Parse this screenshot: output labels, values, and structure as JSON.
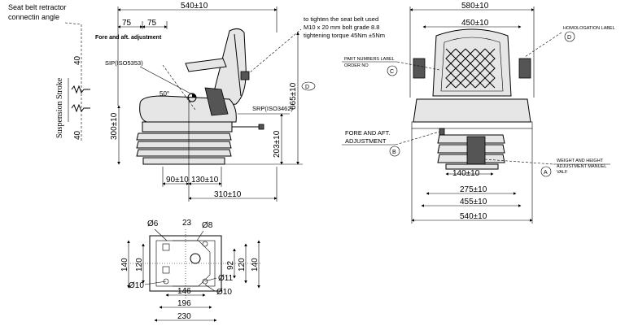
{
  "notes": {
    "seat_belt_retractor": "Seat belt retractor",
    "connectin_angle": "connectin angle",
    "fore_aft_adjustment": "Fore and aft. adjustment",
    "seat_belt_line1": "to tighten the seat belt used",
    "seat_belt_line2": "M10 x 20 mm bolt grade 8.8",
    "seat_belt_line3": "tightening torque 45Nm ±5Nm",
    "sip": "SIP(ISO5353)",
    "srp": "SRP(ISO3462)",
    "suspension_stroke": "Suspension Stroke",
    "angle_50": "50°",
    "part_numbers_label": "PART NUMBERS LABEL",
    "order_no": "ORDER NO",
    "homologation_label": "HOMOLOGATION LABEL",
    "fore_aft_right_1": "FORE AND AFT.",
    "fore_aft_right_2": "ADJUSTMENT",
    "weight_height_1": "WEIGHT AND HEIGHT",
    "weight_height_2": "ADJUSTMENT MANUEL",
    "weight_height_3": "VALF"
  },
  "callouts": {
    "a": "A",
    "b": "B",
    "c": "C",
    "d": "D"
  },
  "side_view": {
    "width": "540±10",
    "d75a": "75",
    "d75b": "75",
    "height_665": "665±10",
    "height_300": "300±10",
    "height_203": "203±10",
    "d90": "90±10",
    "d130": "130±10",
    "d310": "310±10",
    "stroke_top": "40",
    "stroke_bottom": "40"
  },
  "front_view": {
    "width_580": "580±10",
    "width_450": "450±10",
    "width_140": "140±10",
    "width_275": "275±10",
    "width_455": "455±10",
    "width_540": "540±10"
  },
  "base_plate": {
    "d6": "Ø6",
    "d23": "23",
    "d8": "Ø8",
    "h140_left": "140",
    "h120_left": "120",
    "h92": "92",
    "h120_right": "120",
    "h140_right": "140",
    "d10_left": "Ø10",
    "d11": "Ø11",
    "w146": "146",
    "d10_right": "Ø10",
    "w196": "196",
    "w230": "230"
  }
}
